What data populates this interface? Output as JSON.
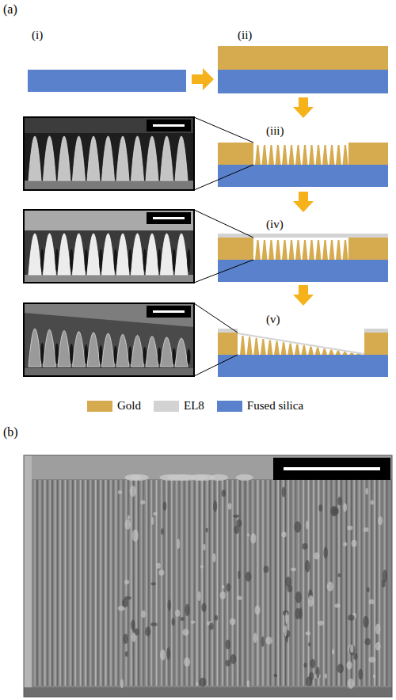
{
  "diagram": {
    "labels": [
      "(a)",
      "(i)",
      "(ii)",
      "(iii)",
      "(iv)",
      "(v)",
      "(b)"
    ],
    "legend": [
      {
        "text": "Gold",
        "color": "#d6ab4f"
      },
      {
        "text": "EL8",
        "color": "#d3d3d3"
      },
      {
        "text": "Fused silica",
        "color": "#5a82cc"
      }
    ]
  }
}
